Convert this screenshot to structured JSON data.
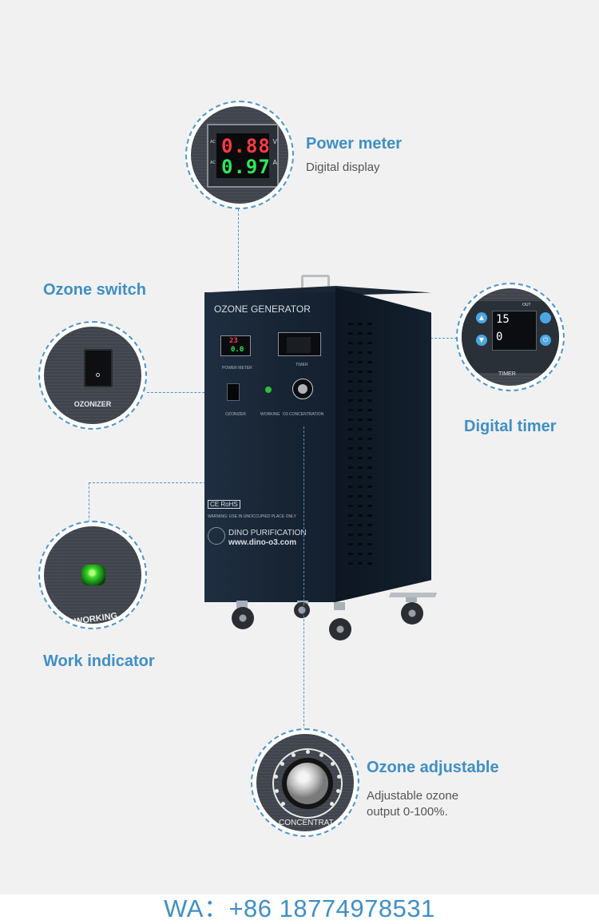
{
  "callouts": {
    "power_meter": {
      "title": "Power meter",
      "desc": "Digital display"
    },
    "ozone_switch": {
      "title": "Ozone switch"
    },
    "digital_timer": {
      "title": "Digital timer"
    },
    "work_indicator": {
      "title": "Work indicator"
    },
    "ozone_adjustable": {
      "title": "Ozone adjustable",
      "desc": "Adjustable ozone\noutput 0-100%."
    }
  },
  "meter_closeup": {
    "ac_label": "AC",
    "volt_reading": "0.88",
    "amp_reading": "0.97",
    "volt_unit": "V",
    "amp_unit": "A"
  },
  "switch_closeup": {
    "label": "OZONIZER"
  },
  "indicator_closeup": {
    "label": "WORKING"
  },
  "timer_closeup": {
    "top_digits": "15",
    "bottom_digits": "0",
    "out_label": "OUT",
    "label": "TIMER",
    "up_symbol": "▲",
    "down_symbol": "▼",
    "power_symbol": "⏻"
  },
  "knob_closeup": {
    "label": "CONCENTRAT"
  },
  "machine": {
    "brand_label": "OZONE GENERATOR",
    "meter_reading_top": "23",
    "meter_reading_bottom": "0.0",
    "power_meter_label": "POWER METER",
    "timer_label": "TIMER",
    "ozonizer_label": "OZONIZER",
    "working_label": "WORKING",
    "concentration_label": "O3 CONCENTRATION",
    "ce_mark": "CE RoHS",
    "warning": "WARNING: USE IN UNOCCUPIED PLACE ONLY",
    "company": "DINO PURIFICATION",
    "website": "www.dino-o3.com"
  },
  "footer": {
    "contact": "WA：+86 18774978531"
  },
  "colors": {
    "accent": "#3f8fc6",
    "body_text": "#555555",
    "background": "#f1f1f1"
  }
}
